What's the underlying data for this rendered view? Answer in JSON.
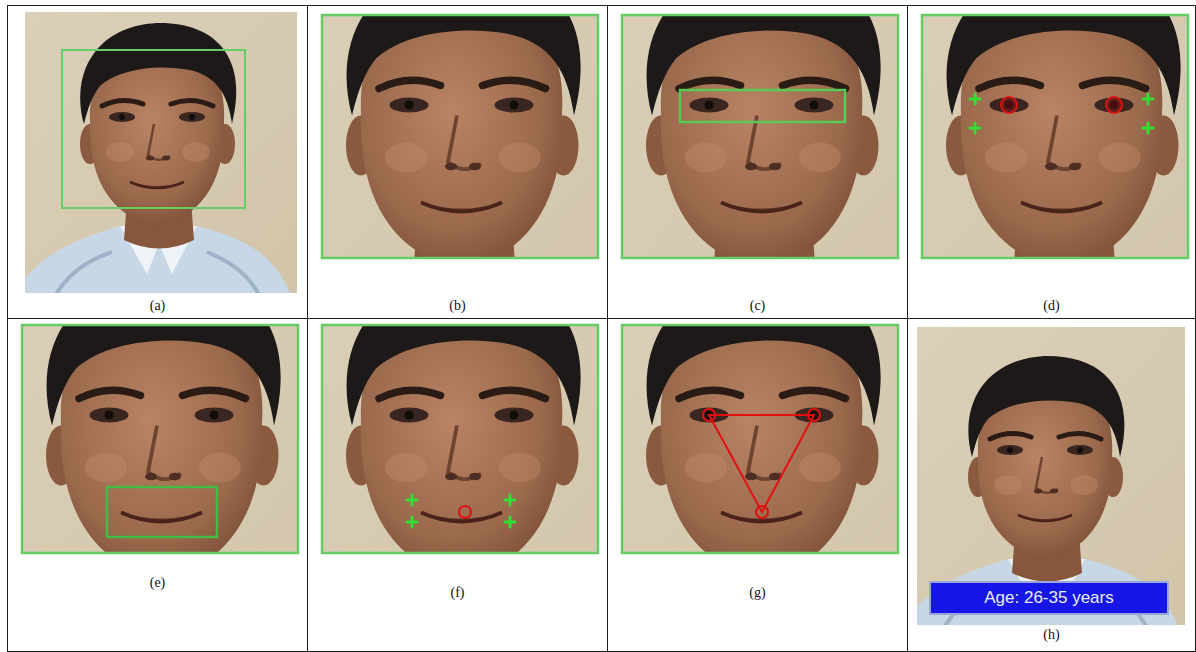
{
  "diagram": {
    "nodes": [
      {
        "text": [
          "(a)"
        ]
      },
      {
        "text": [
          "(b)"
        ]
      },
      {
        "text": [
          "(c)"
        ]
      },
      {
        "text": [
          "(d)"
        ]
      },
      {
        "text": [
          "(e)"
        ]
      },
      {
        "text": [
          "(f)"
        ]
      },
      {
        "text": [
          "(g)"
        ]
      },
      {
        "text": [
          "(h)"
        ]
      },
      {
        "text": [
          "Age: 26-35 years"
        ],
        "in": 7
      }
    ]
  }
}
